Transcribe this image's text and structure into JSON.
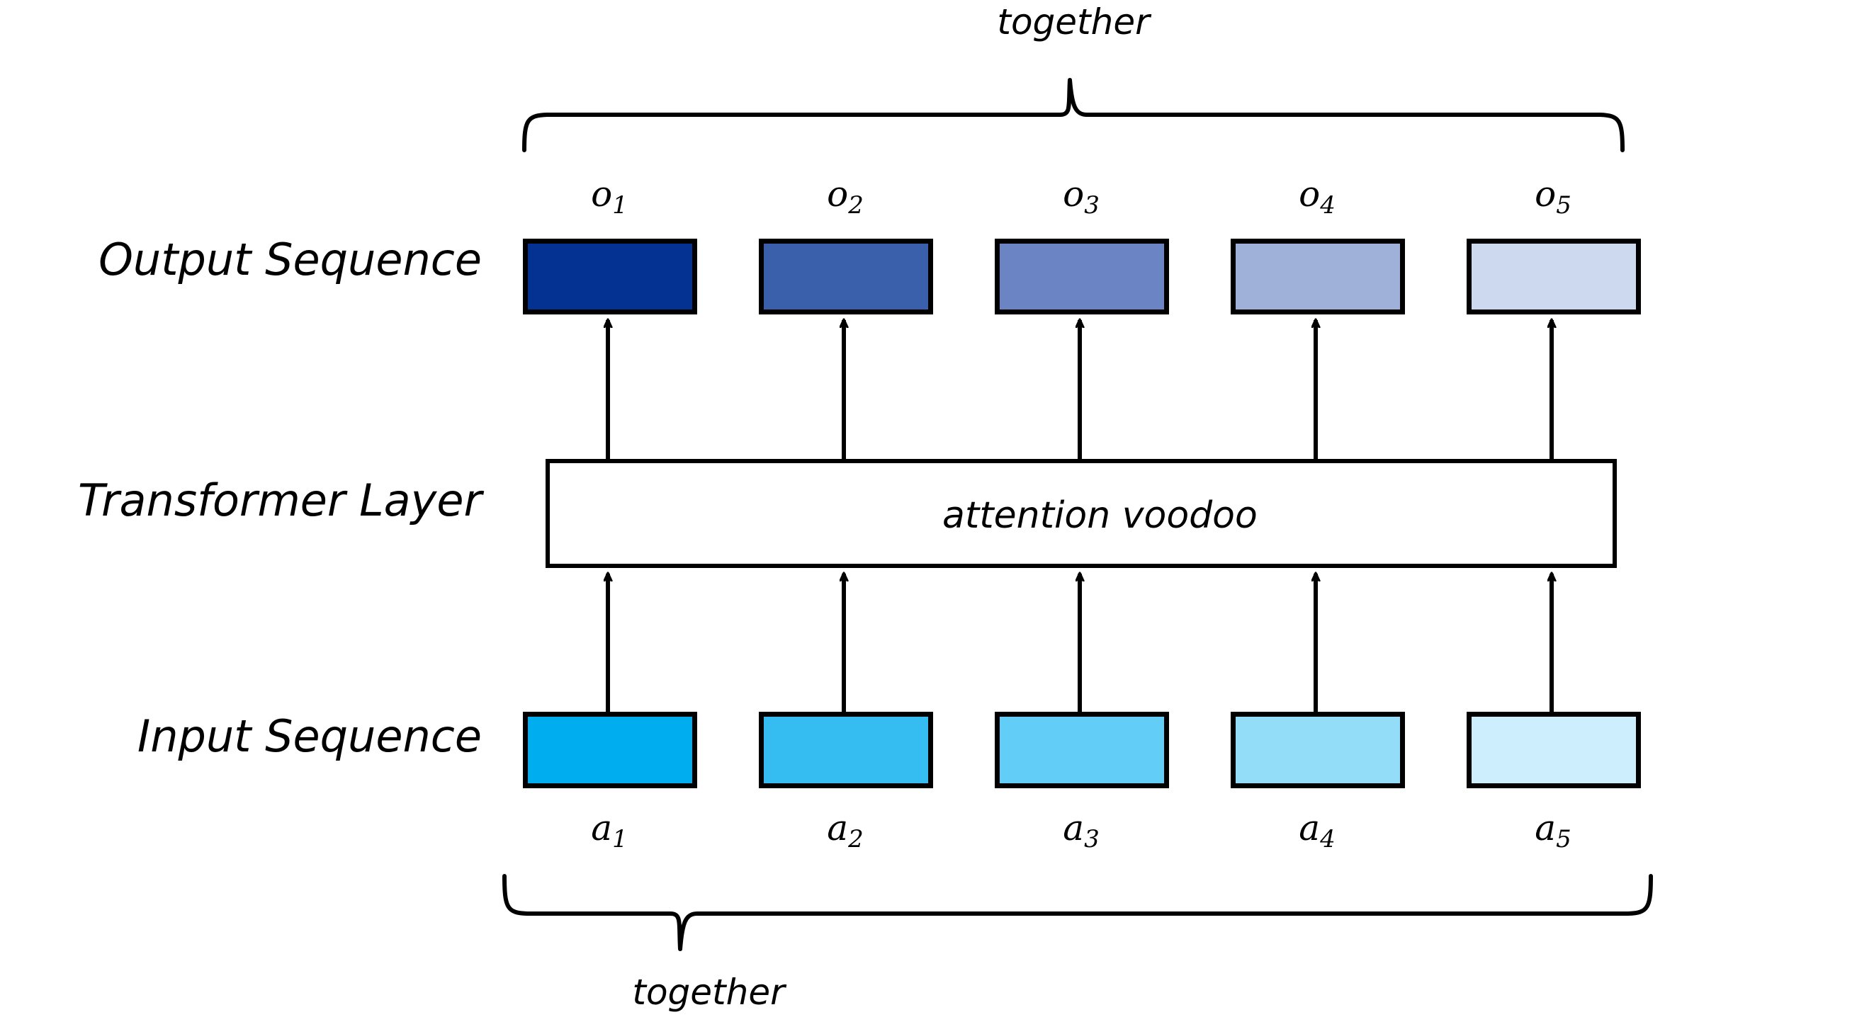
{
  "diagram": {
    "title_top": "together",
    "title_bottom": "together",
    "rows": [
      {
        "label": "Output Sequence"
      },
      {
        "label": "Transformer Layer"
      },
      {
        "label": "Input Sequence"
      }
    ],
    "transformer": {
      "label": "Transformer Layer",
      "inner_text": "attention voodoo"
    },
    "output_sequence": {
      "label": "Output Sequence",
      "tokens": [
        {
          "base": "o",
          "sub": "1",
          "color": "#033293"
        },
        {
          "base": "o",
          "sub": "2",
          "color": "#3a5fab"
        },
        {
          "base": "o",
          "sub": "3",
          "color": "#6b85c4"
        },
        {
          "base": "o",
          "sub": "4",
          "color": "#9fb0d9"
        },
        {
          "base": "o",
          "sub": "5",
          "color": "#cdd9ef"
        }
      ]
    },
    "input_sequence": {
      "label": "Input Sequence",
      "tokens": [
        {
          "base": "a",
          "sub": "1",
          "color": "#00aeef"
        },
        {
          "base": "a",
          "sub": "2",
          "color": "#35bdf2"
        },
        {
          "base": "a",
          "sub": "3",
          "color": "#62cdf6"
        },
        {
          "base": "a",
          "sub": "4",
          "color": "#94ddf9"
        },
        {
          "base": "a",
          "sub": "5",
          "color": "#cdeefc"
        }
      ]
    },
    "colors": {
      "stroke": "#000000",
      "background": "#ffffff"
    }
  }
}
